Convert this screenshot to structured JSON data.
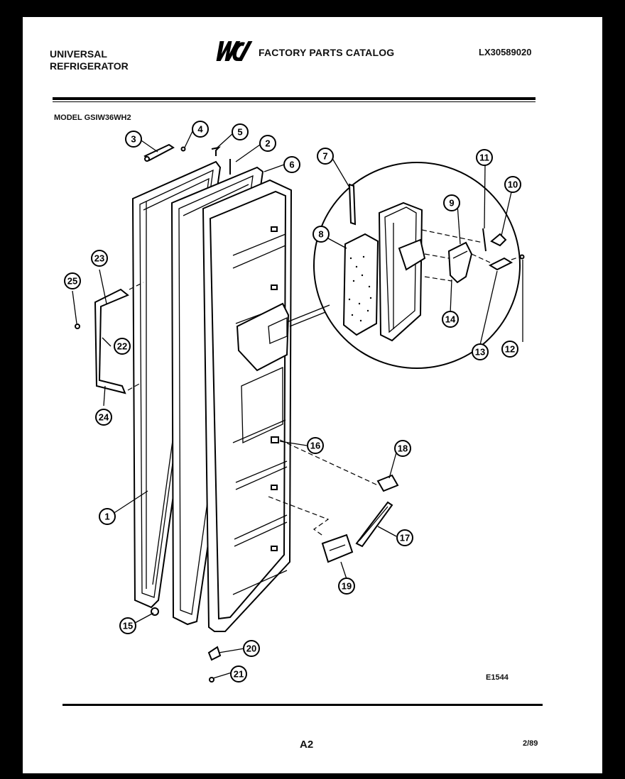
{
  "header": {
    "brand_line1": "UNIVERSAL",
    "brand_line2": "REFRIGERATOR",
    "catalog_title": "FACTORY PARTS CATALOG",
    "catalog_number": "LX30589020",
    "model": "MODEL GSIW36WH2"
  },
  "logo": {
    "name": "wci-logo"
  },
  "callouts": [
    {
      "id": "c1",
      "label": "1"
    },
    {
      "id": "c2",
      "label": "2"
    },
    {
      "id": "c3",
      "label": "3"
    },
    {
      "id": "c4",
      "label": "4"
    },
    {
      "id": "c5",
      "label": "5"
    },
    {
      "id": "c6",
      "label": "6"
    },
    {
      "id": "c7",
      "label": "7"
    },
    {
      "id": "c8",
      "label": "8"
    },
    {
      "id": "c9",
      "label": "9"
    },
    {
      "id": "c10",
      "label": "10"
    },
    {
      "id": "c11",
      "label": "11"
    },
    {
      "id": "c12",
      "label": "12"
    },
    {
      "id": "c13",
      "label": "13"
    },
    {
      "id": "c14",
      "label": "14"
    },
    {
      "id": "c15",
      "label": "15"
    },
    {
      "id": "c16",
      "label": "16"
    },
    {
      "id": "c17",
      "label": "17"
    },
    {
      "id": "c18",
      "label": "18"
    },
    {
      "id": "c19",
      "label": "19"
    },
    {
      "id": "c20",
      "label": "20"
    },
    {
      "id": "c21",
      "label": "21"
    },
    {
      "id": "c22",
      "label": "22"
    },
    {
      "id": "c23",
      "label": "23"
    },
    {
      "id": "c24",
      "label": "24"
    },
    {
      "id": "c25",
      "label": "25"
    }
  ],
  "footer": {
    "drawing_code": "E1544",
    "page": "A2",
    "date": "2/89"
  }
}
